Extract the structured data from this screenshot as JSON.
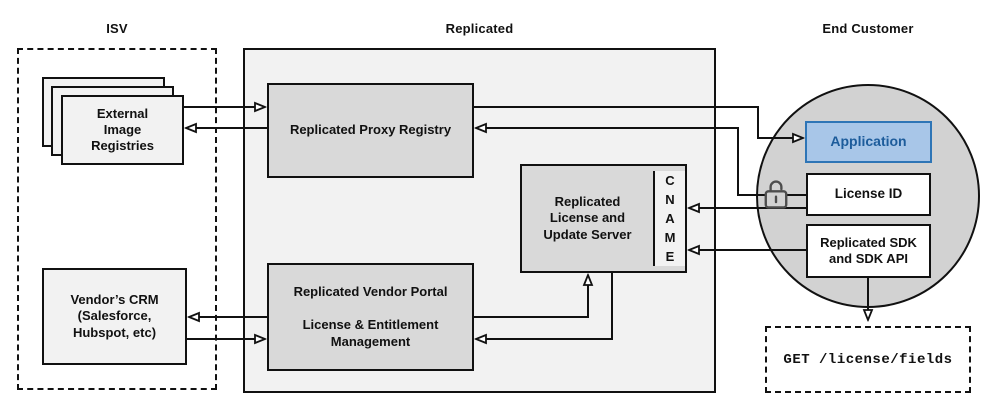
{
  "sections": {
    "isv": {
      "title": "ISV"
    },
    "replicated": {
      "title": "Replicated"
    },
    "end_customer": {
      "title": "End Customer"
    }
  },
  "nodes": {
    "external_image_registries": {
      "label": "External Image Registries"
    },
    "vendors_crm": {
      "label": "Vendor’s CRM (Salesforce, Hubspot, etc)"
    },
    "proxy_registry": {
      "label": "Replicated Proxy Registry"
    },
    "license_update_server": {
      "label": "Replicated License and Update Server"
    },
    "cname": {
      "label": "CNAME"
    },
    "vendor_portal": {
      "title": "Replicated Vendor Portal",
      "subtitle": "License & Entitlement Management"
    },
    "application": {
      "label": "Application"
    },
    "license_id": {
      "label": "License ID"
    },
    "replicated_sdk": {
      "label": "Replicated SDK and SDK API"
    },
    "get_endpoint": {
      "label": "GET /license/fields"
    }
  },
  "icons": {
    "lock": "open-padlock-icon"
  },
  "colors": {
    "application_fill": "#A8C6E8",
    "application_border": "#2E75B6",
    "application_text": "#1D5C9B",
    "node_gray": "#D9D9D9",
    "panel_gray": "#F2F2F2",
    "circle_gray": "#D2D2D2",
    "line_black": "#111111",
    "lock_gray": "#4D4D4D"
  }
}
